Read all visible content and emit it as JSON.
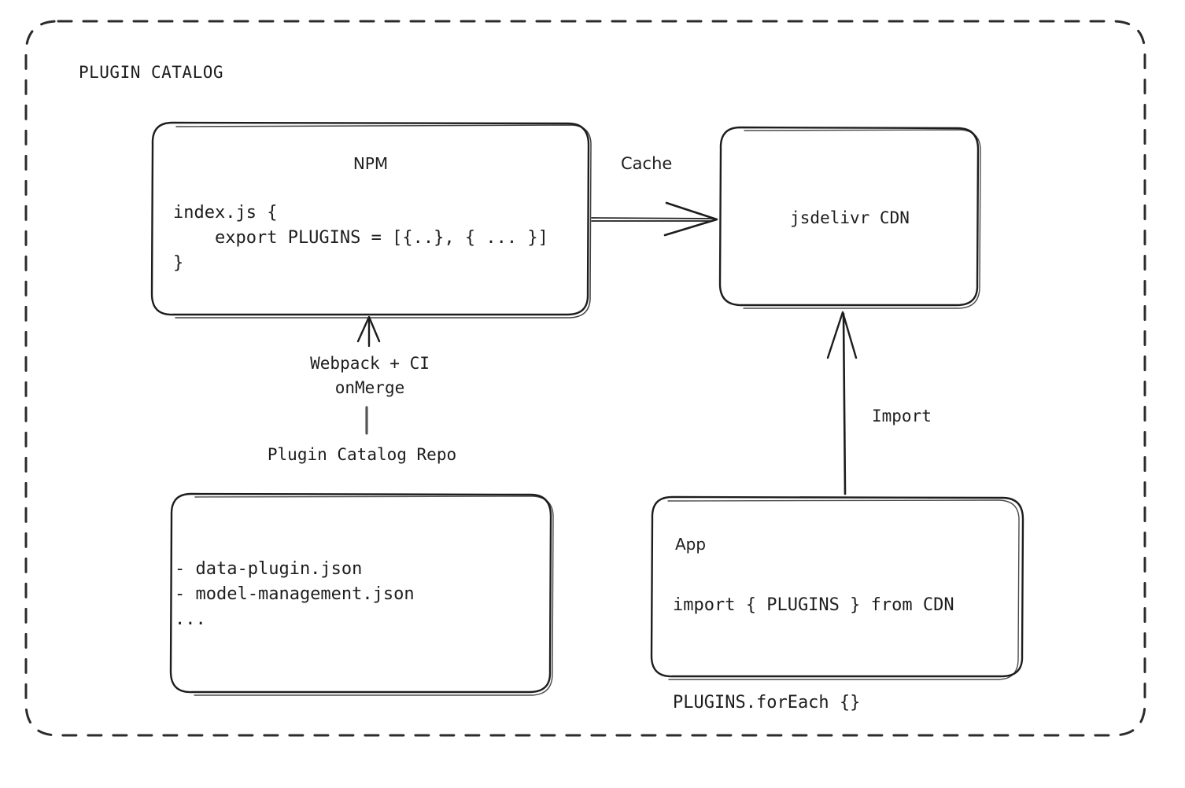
{
  "diagram": {
    "title": "PLUGIN CATALOG",
    "boundary": {
      "style": "dashed",
      "color": "#2b2b2b"
    },
    "stroke_color": "#1d1d1d",
    "background": "#ffffff"
  },
  "nodes": {
    "npm": {
      "title": "NPM",
      "code": "index.js {\n    export PLUGINS = [{..}, { ... }]\n}"
    },
    "cdn": {
      "title": "jsdelivr CDN"
    },
    "repo": {
      "caption": "Plugin Catalog Repo",
      "items": "- data-plugin.json\n- model-management.json\n..."
    },
    "app": {
      "title": "App",
      "code": "import { PLUGINS } from CDN\n\nPLUGINS.forEach {}"
    }
  },
  "edges": {
    "cache": {
      "label": "Cache",
      "from": "npm",
      "to": "cdn"
    },
    "build": {
      "label": "Webpack + CI\nonMerge",
      "from": "repo",
      "to": "npm"
    },
    "import": {
      "label": "Import",
      "from": "app",
      "to": "cdn"
    }
  }
}
